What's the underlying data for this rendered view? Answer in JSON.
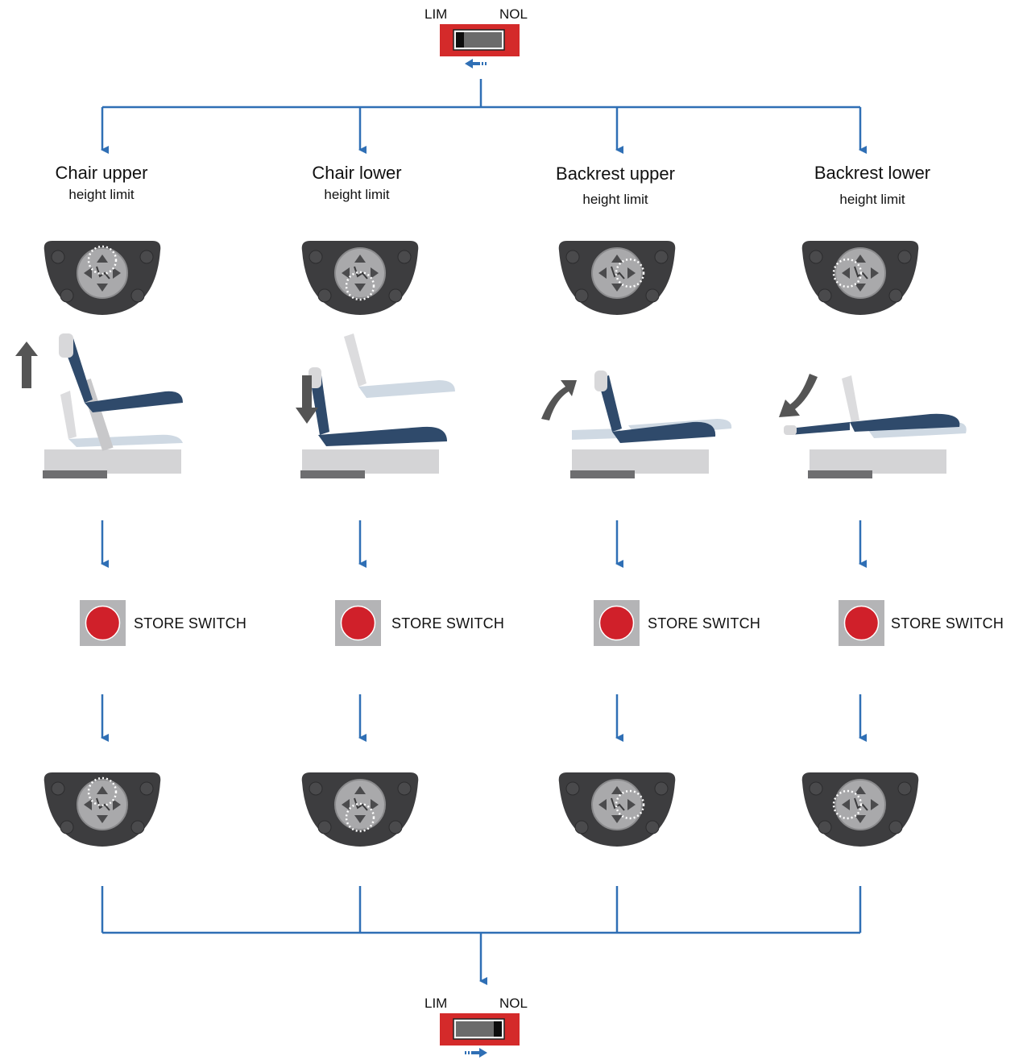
{
  "colors": {
    "flow_line": "#2f6fb5",
    "switch_red": "#d42a2a",
    "store_button_red": "#d0202a",
    "store_frame": "#b4b4b6",
    "panel_dark": "#3d3d3f",
    "seat_blue": "#2f4a6b",
    "motion_arrow": "#555555"
  },
  "top_switch": {
    "left_label": "LIM",
    "right_label": "NOL",
    "position": "LIM",
    "arrow": "left"
  },
  "bottom_switch": {
    "left_label": "LIM",
    "right_label": "NOL",
    "position": "NOL",
    "arrow": "right"
  },
  "columns": [
    {
      "title": "Chair upper",
      "subtitle": "height limit",
      "highlight": "up",
      "motion_arrow": "up-arrow-icon",
      "store_label": "STORE SWITCH"
    },
    {
      "title": "Chair lower",
      "subtitle": "height limit",
      "highlight": "down",
      "motion_arrow": "down-arrow-icon",
      "store_label": "STORE SWITCH"
    },
    {
      "title": "Backrest upper",
      "subtitle": "height limit",
      "highlight": "right",
      "motion_arrow": "curved-up-arrow-icon",
      "store_label": "STORE SWITCH"
    },
    {
      "title": "Backrest lower",
      "subtitle": "height limit",
      "highlight": "left",
      "motion_arrow": "curved-down-arrow-icon",
      "store_label": "STORE SWITCH"
    }
  ]
}
